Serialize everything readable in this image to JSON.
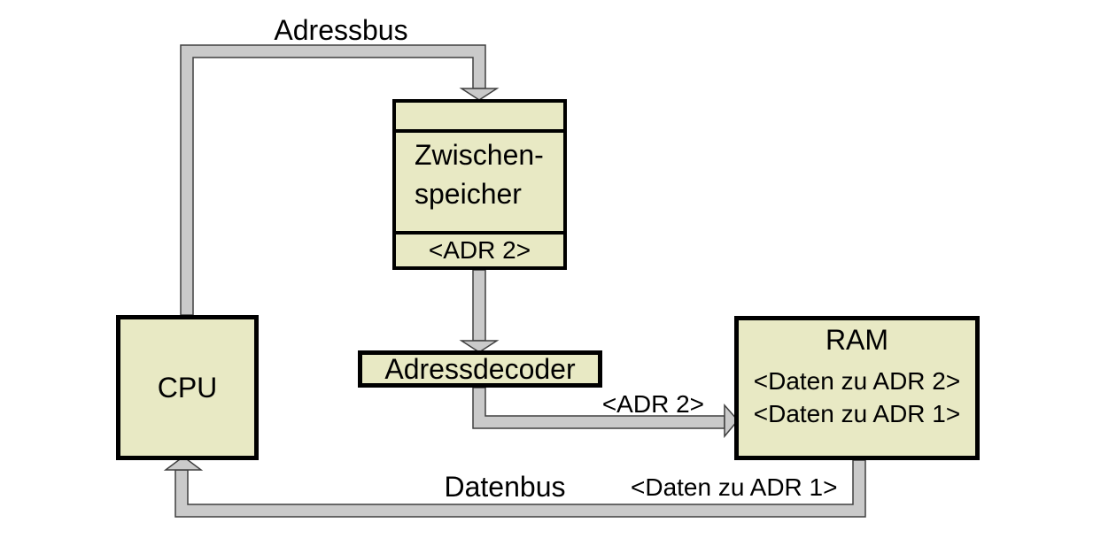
{
  "colors": {
    "box_fill": "#e8e9c4",
    "box_border": "#000000",
    "bus_fill": "#cacaca",
    "bus_outline": "#3f3f3f",
    "background": "#ffffff",
    "text": "#000000"
  },
  "nodes": {
    "cpu": {
      "label": "CPU"
    },
    "buffer": {
      "label_line1": "Zwischen-",
      "label_line2": "speicher",
      "address": "<ADR 2>"
    },
    "decoder": {
      "label": "Adressdecoder"
    },
    "ram": {
      "label": "RAM",
      "entries": [
        "<Daten zu ADR 2>",
        "<Daten zu ADR 1>"
      ]
    }
  },
  "bus_labels": {
    "address_bus": "Adressbus",
    "data_bus": "Datenbus",
    "adr2": "<ADR 2>",
    "daten_zu_adr1": "<Daten zu ADR 1>"
  }
}
